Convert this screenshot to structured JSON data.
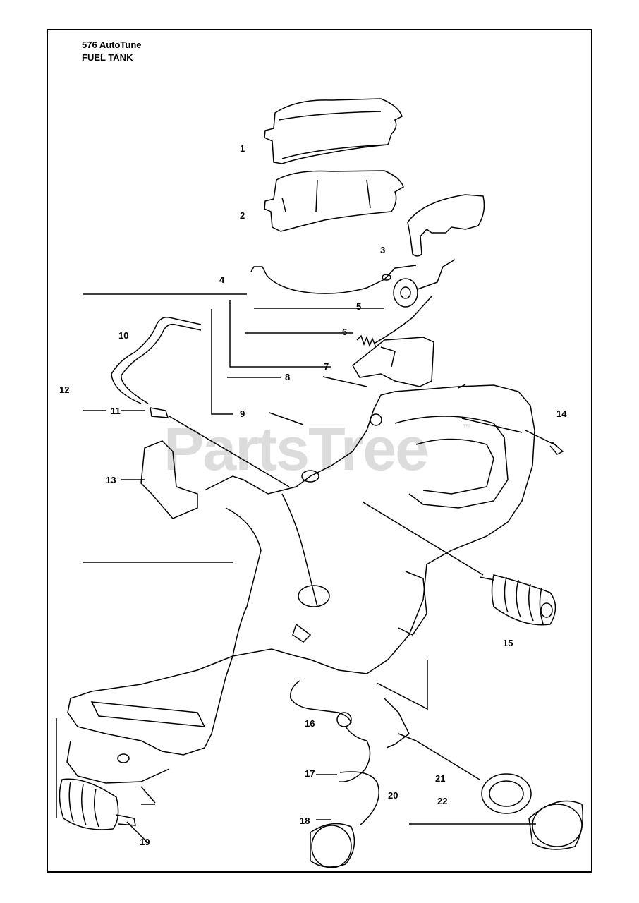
{
  "header": {
    "model": "576 AutoTune",
    "section": "FUEL TANK"
  },
  "watermark": {
    "text": "PartsTree",
    "trademark": "™"
  },
  "callouts": [
    "1",
    "2",
    "3",
    "4",
    "5",
    "6",
    "7",
    "8",
    "9",
    "10",
    "11",
    "12",
    "13",
    "14",
    "15",
    "16",
    "17",
    "18",
    "19",
    "20",
    "21",
    "22"
  ],
  "colors": {
    "line": "#000000",
    "watermark": "#dcdcdc",
    "background": "#ffffff"
  }
}
